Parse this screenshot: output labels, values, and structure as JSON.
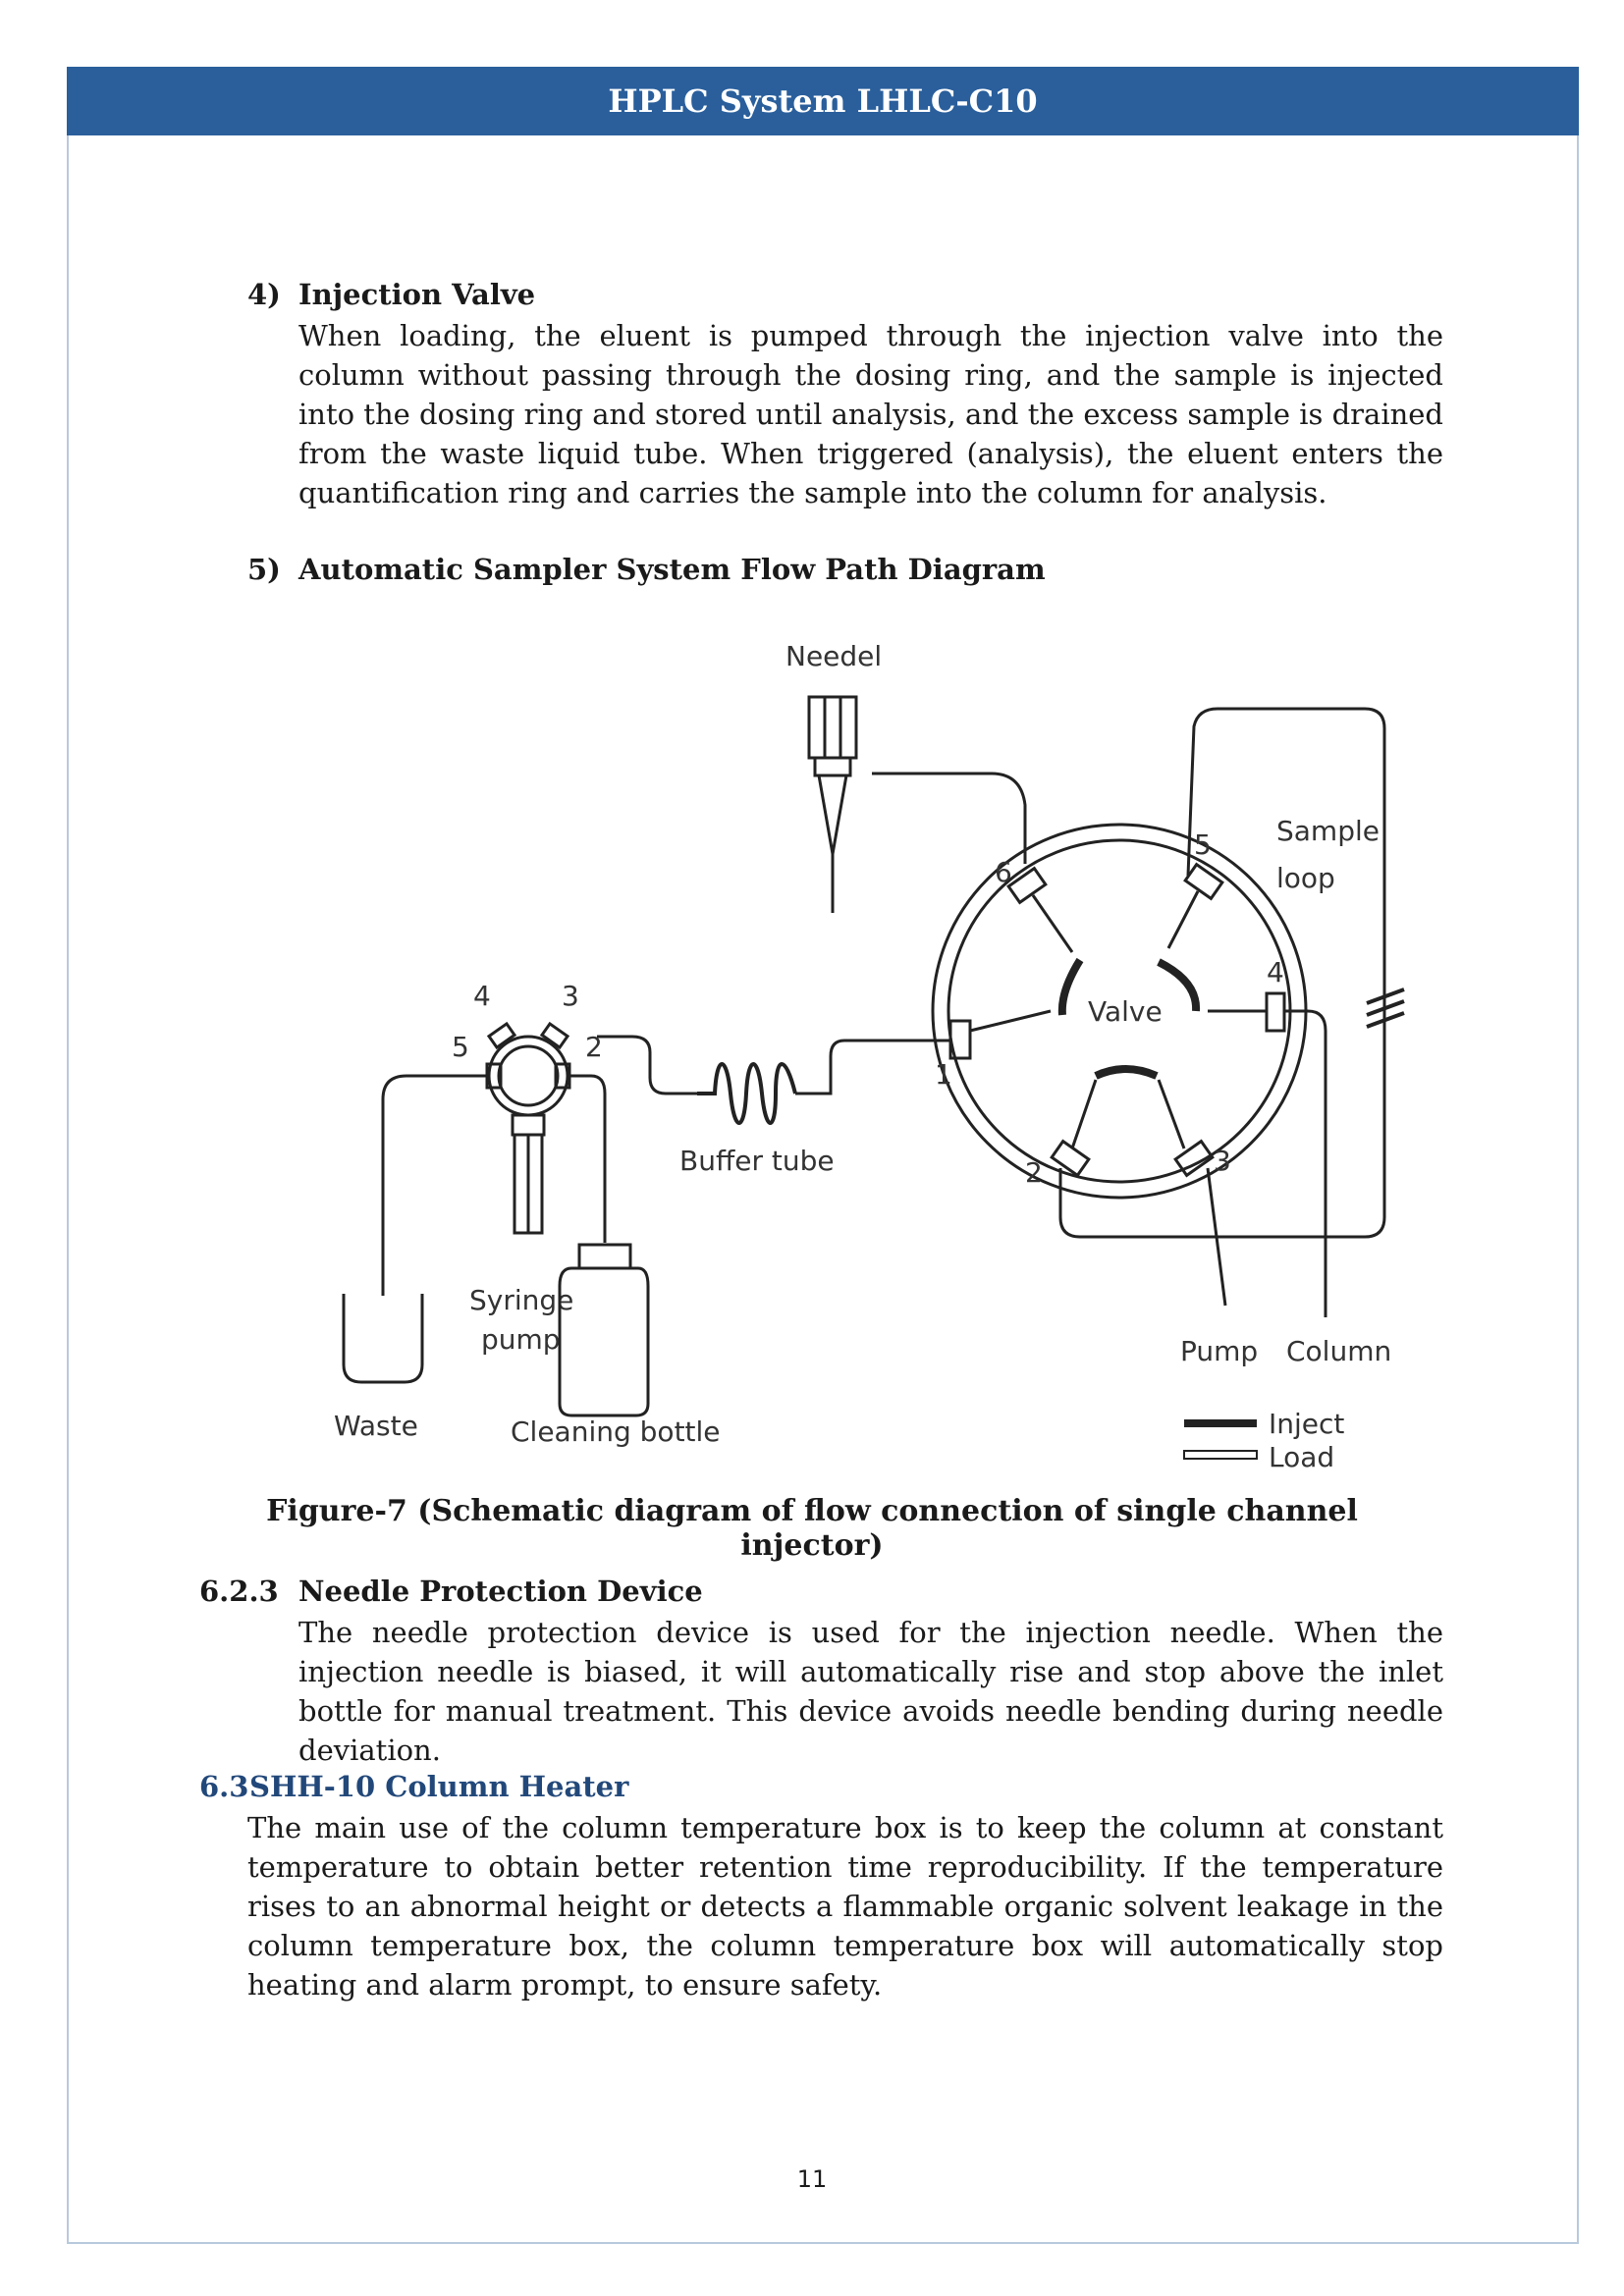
{
  "header": {
    "title": "HPLC System LHLC-C10"
  },
  "sections": {
    "injection_valve": {
      "number": "4)",
      "title": "Injection Valve",
      "body": "When loading, the eluent is pumped through the injection valve into the column without passing through the dosing ring, and the sample is injected into the dosing ring and stored until analysis, and the excess sample is drained from the waste liquid tube. When triggered (analysis), the eluent enters the quantification ring and carries the sample into the column for analysis."
    },
    "sampler_diagram": {
      "number": "5)",
      "title": "Automatic Sampler System Flow Path Diagram"
    },
    "needle_protection": {
      "number": "6.2.3",
      "title": "Needle Protection Device",
      "body": "The needle protection device is used for the injection needle. When the injection needle is biased, it will automatically rise and stop above the inlet bottle for manual treatment. This device avoids needle bending during needle deviation."
    },
    "column_heater": {
      "number": "6.3",
      "title": "SHH-10 Column Heater",
      "body": "The main use of the column temperature box is to keep the column at constant temperature to obtain better retention time reproducibility. If the temperature rises to an abnormal height or detects a flammable organic solvent leakage in the column temperature box, the column temperature box will automatically stop heating and alarm prompt, to ensure safety."
    }
  },
  "figure": {
    "caption": "Figure-7 (Schematic diagram of flow connection of single channel injector)",
    "labels": {
      "needle": "Needel",
      "sample_loop_1": "Sample",
      "sample_loop_2": "loop",
      "valve": "Valve",
      "buffer_tube": "Buffer tube",
      "syringe_pump_1": "Syringe",
      "syringe_pump_2": "pump",
      "waste": "Waste",
      "cleaning_bottle": "Cleaning bottle",
      "pump": "Pump",
      "column": "Column",
      "legend_inject": "Inject",
      "legend_load": "Load"
    },
    "valve_ports": [
      "1",
      "2",
      "3",
      "4",
      "5",
      "6"
    ],
    "pump_ports": [
      "2",
      "3",
      "4",
      "5"
    ]
  },
  "page_number": "11",
  "colors": {
    "header_bg": "#2a5f9c",
    "heading_blue": "#22487a",
    "frame": "#b9c9dd"
  }
}
